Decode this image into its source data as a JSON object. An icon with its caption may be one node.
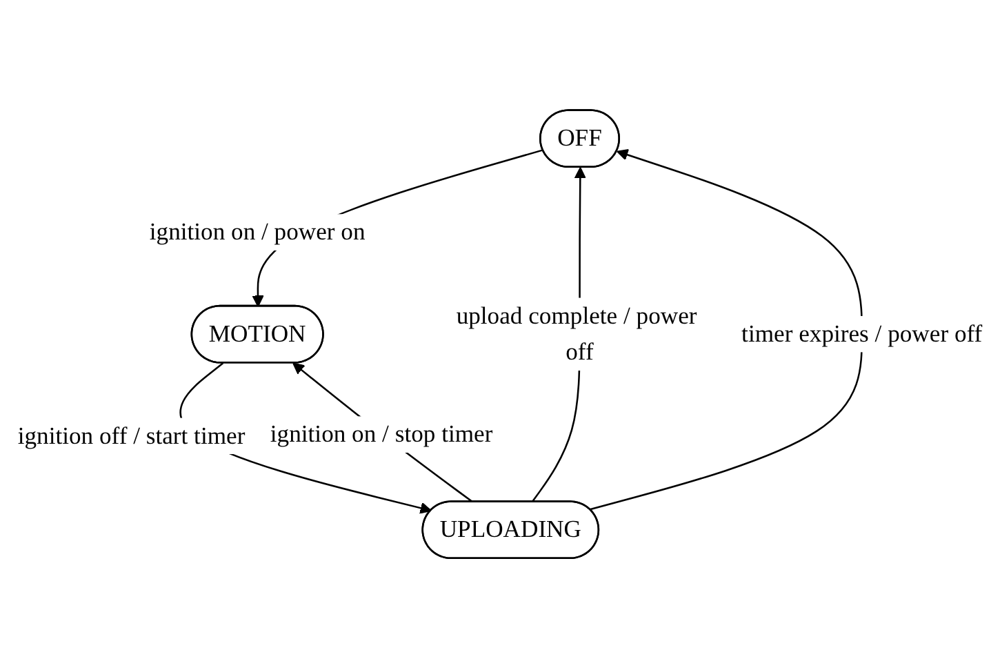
{
  "diagram": {
    "nodes": [
      {
        "text": [
          "OFF"
        ]
      },
      {
        "text": [
          "MOTION"
        ]
      },
      {
        "text": [
          "UPLOADING"
        ]
      }
    ],
    "edges": [
      {
        "from": 0,
        "to": 1,
        "arrow": "to",
        "label": "ignition on / power on"
      },
      {
        "from": 1,
        "to": 2,
        "arrow": "to",
        "label": "ignition off / start timer"
      },
      {
        "from": 2,
        "to": 1,
        "arrow": "to",
        "label": "ignition on / stop timer"
      },
      {
        "from": 2,
        "to": 0,
        "arrow": "to",
        "label": "upload complete / power off"
      },
      {
        "from": 2,
        "to": 0,
        "arrow": "to",
        "label": "timer expires / power off"
      }
    ]
  }
}
